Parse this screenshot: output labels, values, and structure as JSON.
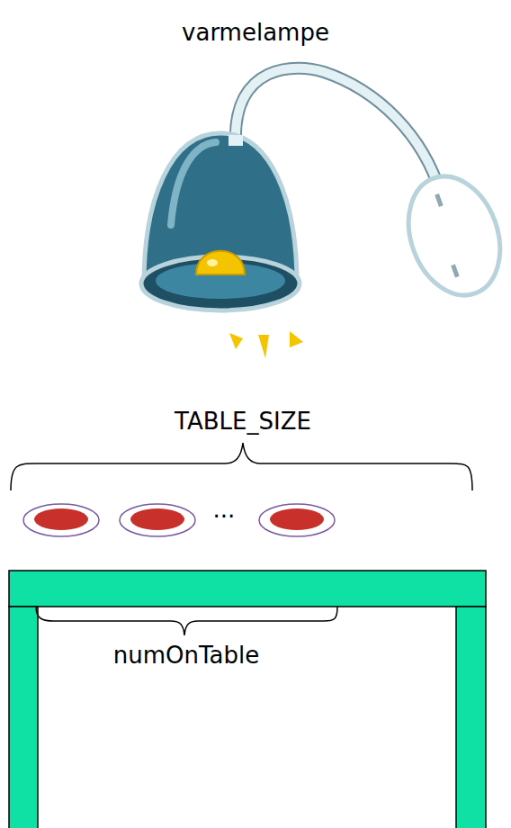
{
  "diagram": {
    "labels": [
      "varmelampe",
      "TABLE_SIZE",
      "...",
      "numOnTable"
    ]
  }
}
